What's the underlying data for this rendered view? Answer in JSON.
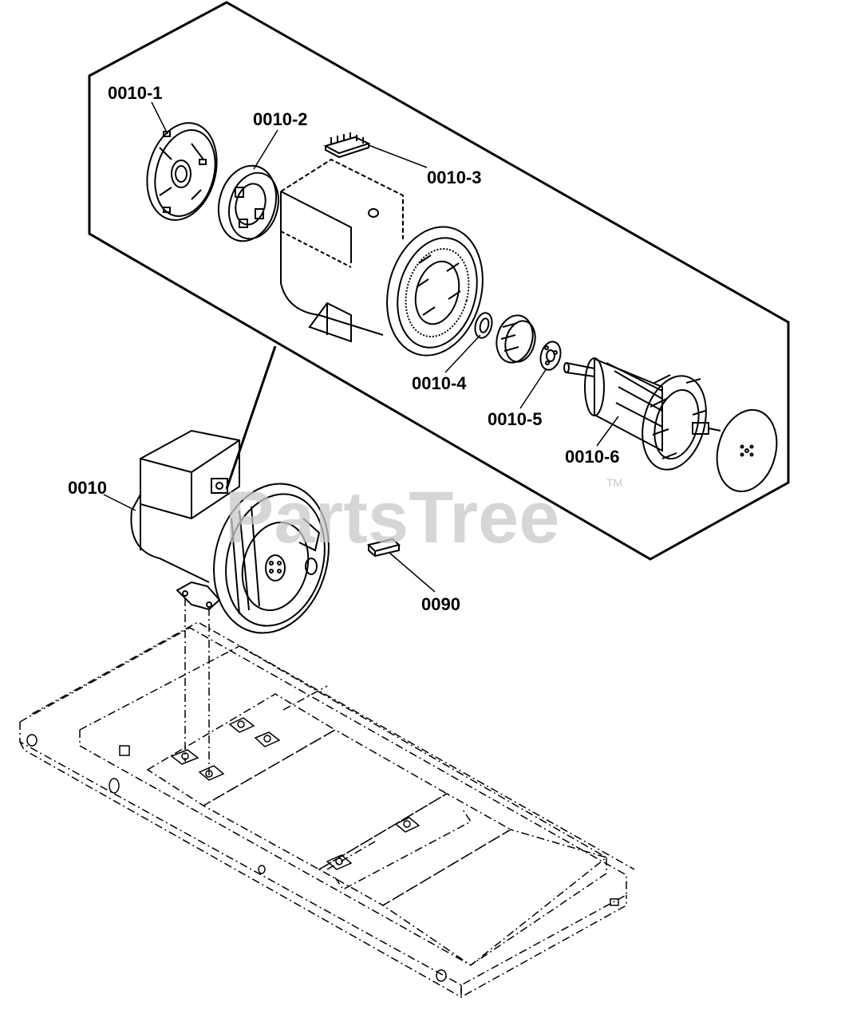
{
  "diagram": {
    "callouts": {
      "p0010": "0010",
      "p0010_1": "0010-1",
      "p0010_2": "0010-2",
      "p0010_3": "0010-3",
      "p0010_4": "0010-4",
      "p0010_5": "0010-5",
      "p0010_6": "0010-6",
      "p0090": "0090"
    },
    "watermark": {
      "text": "PartsTree",
      "trademark": "TM"
    }
  }
}
